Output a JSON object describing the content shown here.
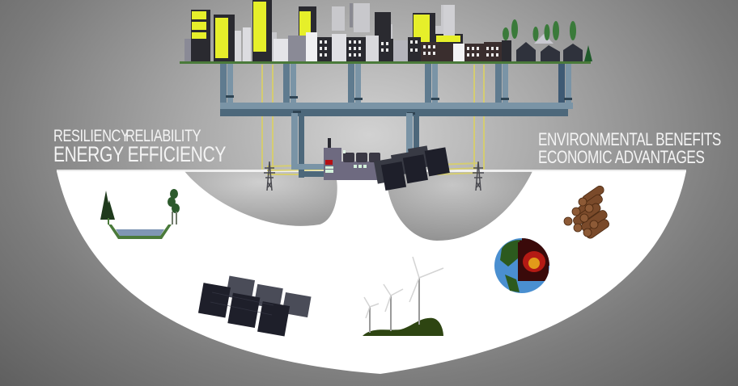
{
  "labels": {
    "left": {
      "line1_a": "RESILIENCY",
      "line1_b": "RELIABILITY",
      "line2": "ENERGY EFFICIENCY"
    },
    "right": {
      "line1": "ENVIRONMENTAL BENEFITS",
      "line2": "ECONOMIC ADVANTAGES"
    }
  },
  "illustration": {
    "top": [
      "city-skyline",
      "district-pipe-network",
      "power-plant",
      "solar-array",
      "transmission-towers"
    ],
    "bowl_icons": [
      "hydro-reservoir",
      "solar-panels",
      "wind-turbines",
      "geothermal-earth",
      "biomass-logs"
    ]
  },
  "colors": {
    "background_light": "#d2d2d2",
    "background_dark": "#5f5f5f",
    "bowl": "#ffffff",
    "window_yellow": "#e6ef2a",
    "pipe": "#5f7b8f",
    "pipe_dark": "#465f70",
    "ground_green": "#4a7a3a",
    "power_line": "#d8cf6a",
    "plant": "#6e6a80",
    "solar": "#1e1f2a",
    "hill_green": "#2e4512",
    "earth_blue": "#4a8fd0",
    "earth_core": "#e29a1a",
    "log_brown": "#7a4a2a"
  }
}
